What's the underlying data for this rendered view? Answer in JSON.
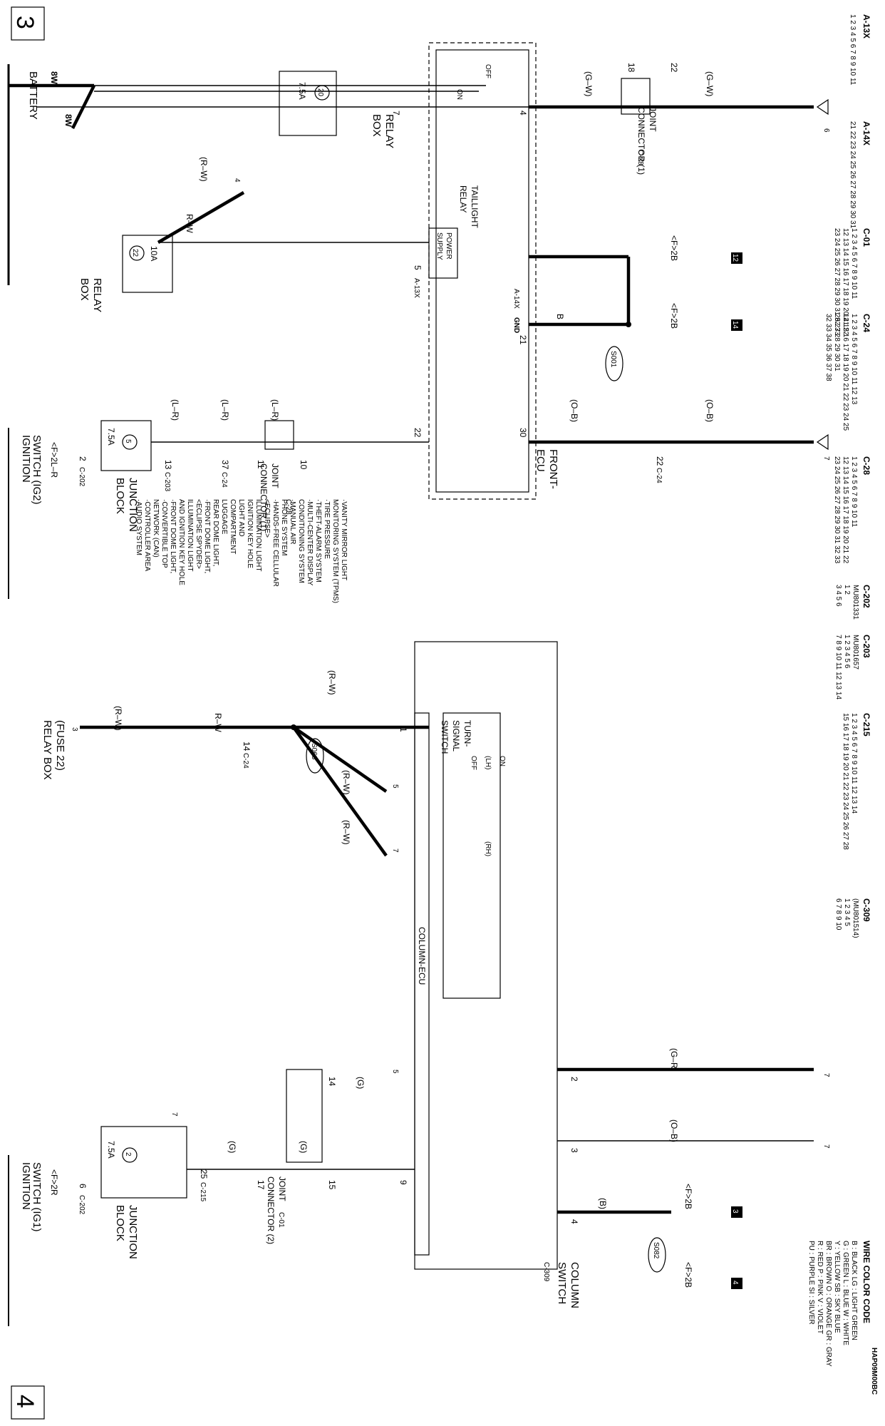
{
  "pages": {
    "left": "3",
    "right": "4"
  },
  "page3": {
    "battery": "BATTERY",
    "wire_8w_a": "8W",
    "wire_8w_b": "8W",
    "fuse20": {
      "num": "20",
      "rating": "7.5A"
    },
    "relay_box_label_1": "RELAY",
    "relay_box_label_2": "BOX",
    "relay_box2_label_1": "RELAY",
    "relay_box2_label_2": "BOX",
    "fuse22": {
      "num": "22",
      "rating": "10A"
    },
    "pin_7": "7",
    "pin_4": "4",
    "pin_18": "18",
    "pin_22_left": "22",
    "gw_1": "(G–W)",
    "gw_2": "(G–W)",
    "joint1": [
      "JOINT",
      "CONNECTOR (1)"
    ],
    "c28": "C-28",
    "arrow6": "6",
    "taillight_relay": [
      "TAILLIGHT",
      "RELAY"
    ],
    "off": "OFF",
    "on": "ON",
    "rw_paren": "(R–W)",
    "rw": "R–W",
    "arrow4": "4",
    "pin_5": "5",
    "a13x": "A-13X",
    "a14x": "A-14X",
    "power_supply": [
      "POWER",
      "SUPPLY"
    ],
    "gnd": "GND",
    "pin_21": "21",
    "wire_b": "B",
    "s001": "S001",
    "f2b_1": "<F>2B",
    "f2b_2": "<F>2B",
    "ref12": "12",
    "ref14": "14",
    "ign_ig2": [
      "IGNITION",
      "SWITCH (IG2)"
    ],
    "f2lr": "<F>2L–R",
    "pin_2": "2",
    "c202": "C-202",
    "fuse5": {
      "num": "5",
      "rating": "7.5A"
    },
    "junction_block": [
      "JUNCTION",
      "BLOCK"
    ],
    "pin_13": "13",
    "c203": "C-203",
    "lr_1": "(L–R)",
    "lr_2": "(L–R)",
    "lr_3": "(L–R)",
    "pin_37": "37",
    "c24": "C-24",
    "pin_11": "11",
    "pin_10": "10",
    "joint1b": [
      "JOINT",
      "CONNECTOR (1)"
    ],
    "c28b": "C-28",
    "pin_22": "22",
    "front_ecu": [
      "FRONT-",
      "ECU"
    ],
    "pin_30": "30",
    "ob_1": "(O–B)",
    "ob_2": "(O–B)",
    "pin_22b": "22",
    "c24b": "C-24",
    "arrow7": "7"
  },
  "page4": {
    "relay_fuse": [
      "RELAY BOX",
      "(FUSE 22)"
    ],
    "arrow3": "3",
    "rw_paren": "(R–W)",
    "rw": "R–W",
    "pin_14": "14",
    "c24": "C-24",
    "s063": "S063",
    "arrow5": "5",
    "arrow7": "7",
    "rw_a": "(R–W)",
    "rw_b": "(R–W)",
    "rw_c": "(R–W)",
    "systems": [
      "·AUDIO SYSTEM",
      "·CONTROLLER AREA",
      " NETWORK (CAN)",
      "·CONVERTIBLE TOP",
      "·FRONT DOME LIGHT,",
      " AND IGNITION KEY HOLE",
      " ILLUMINATION LIGHT",
      " <ECLIPSE SPYDER>",
      "·FRONT DOME LIGHT,",
      " REAR DOME LIGHT,",
      " LUGGAGE",
      " COMPARTMENT",
      " LIGHT AND",
      " IGNITION KEY HOLE",
      " ILLUMINATION LIGHT",
      " <ECLIPSE>",
      "·HANDS-FREE CELLULAR",
      " PHONE SYSTEM",
      "·MANUAL AIR",
      " CONDITIONING SYSTEM",
      "·MULTI-CENTER DISPLAY",
      "·THEFT-ALARM SYSTEM",
      "·TIRE PRESSURE",
      " MONITORING SYSTEM (TPMS)",
      "·VANITY MIRROR LIGHT"
    ],
    "pin_1": "1",
    "turn_signal": [
      "TURN-",
      "SIGNAL",
      "SWITCH"
    ],
    "lh": "(LH)",
    "rh": "(RH)",
    "off": "OFF",
    "on": "ON",
    "column_ecu": "COLUMN-ECU",
    "ign_ig1": [
      "IGNITION",
      "SWITCH (IG1)"
    ],
    "f2r": "<F>2R",
    "pin_6": "6",
    "c202": "C-202",
    "fuse2": {
      "num": "2",
      "rating": "7.5A"
    },
    "junction_block": [
      "JUNCTION",
      "BLOCK"
    ],
    "pin_25": "25",
    "c215": "C-215",
    "arrow7b": "7",
    "g_1": "(G)",
    "g_2": "(G)",
    "g_3": "(G)",
    "pin_17": "17",
    "pin_15": "15",
    "pin_14b": "14",
    "joint2": [
      "JOINT",
      "CONNECTOR (2)"
    ],
    "c01": "C-01",
    "arrow5b": "5",
    "pin_9": "9",
    "column_switch": [
      "COLUMN",
      "SWITCH"
    ],
    "c309": "C-309",
    "gr": "(G–R)",
    "ob": "(O–B)",
    "pin_2": "2",
    "pin_3": "3",
    "pin_4": "4",
    "arrow7c": "7",
    "arrow7d": "7",
    "wire_b": "(B)",
    "f2b_1": "<F>2B",
    "f2b_2": "<F>2B",
    "s082": "S082",
    "ref3": "3",
    "ref4": "4"
  },
  "connectors": [
    {
      "name": "A-13X",
      "pins": "1 2 3 4 5 6 7 8 9 10 11"
    },
    {
      "name": "A-14X",
      "pins": "21 22 23 24 25 26 27 28 29 30 31"
    },
    {
      "name": "C-01",
      "rows": [
        "1 2 3 4 5 6 7 8 9 10 11",
        "12 13 14 15 16 17 18 19 20 21 22",
        "23 24 25 26 27 28 29 30 31 32 33"
      ]
    },
    {
      "name": "C-24",
      "rows": [
        "1 2 3 4 5 6 7 8 9 10 11 12 13",
        "14 15 16 17 18 19 20 21 22 23 24 25",
        "26 27 28 29 30 31",
        "32 33 34 35 36 37 38"
      ]
    },
    {
      "name": "C-28",
      "rows": [
        "1 2 3 4 5 6 7 8 9 10 11",
        "12 13 14 15 16 17 18 19 20 21 22",
        "23 24 25 26 27 28 29 30 31 32 33"
      ]
    },
    {
      "name": "C-202",
      "part": "MU801331",
      "rows": [
        "1 2",
        "3 4 5 6"
      ]
    },
    {
      "name": "C-203",
      "part": "MU801657",
      "rows": [
        "1 2 3 4 5 6",
        "7 8 9 10 11 12 13 14"
      ]
    },
    {
      "name": "C-215",
      "rows": [
        "1 2 3 4 5 6 7 8 9 10 11 12 13 14",
        "15 16 17 18 19 20 21 22 23 24 25 26 27 28"
      ]
    },
    {
      "name": "C-309",
      "part": "(MU801514)",
      "rows": [
        "1 2 3 4 5",
        "6 7 8 9 10"
      ]
    }
  ],
  "wire_color_code": {
    "title": "WIRE COLOR CODE",
    "rows": [
      "B : BLACK   LG : LIGHT GREEN",
      "G : GREEN   L : BLUE   W : WHITE",
      "Y : YELLOW   SB : SKY BLUE",
      "BR : BROWN   O : ORANGE   GR : GRAY",
      "R : RED   P : PINK   V : VIOLET",
      "PU : PURPLE   SI : SILVER"
    ]
  },
  "drawing_code": "HAP09M00BC"
}
